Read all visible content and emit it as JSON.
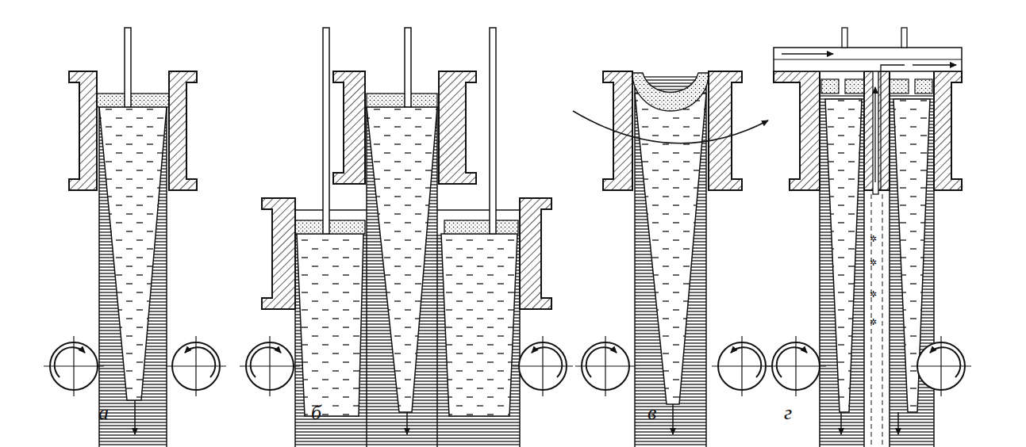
{
  "diagram": {
    "labels": [
      "а",
      "б",
      "в",
      "г"
    ]
  }
}
